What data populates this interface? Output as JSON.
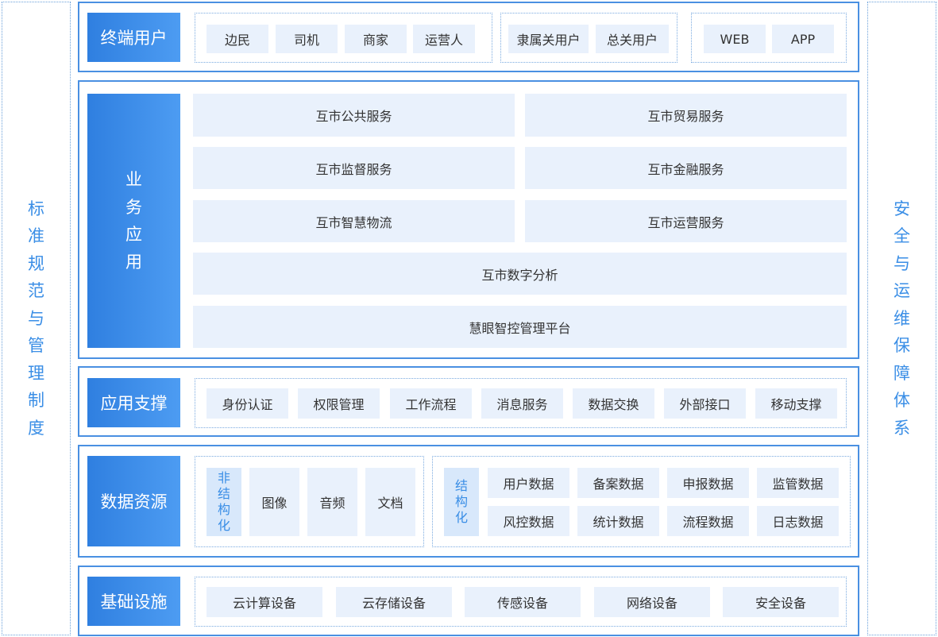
{
  "left_panel": "标准规范与管理制度",
  "right_panel": "安全与运维保障体系",
  "terminal": {
    "title": "终端用户",
    "group1": [
      "边民",
      "司机",
      "商家",
      "运营人"
    ],
    "group2": [
      "隶属关用户",
      "总关用户"
    ],
    "group3": [
      "WEB",
      "APP"
    ]
  },
  "business": {
    "title": "业务应用",
    "services": [
      "互市公共服务",
      "互市贸易服务",
      "互市监督服务",
      "互市金融服务",
      "互市智慧物流",
      "互市运营服务"
    ],
    "wide": [
      "互市数字分析",
      "慧眼智控管理平台"
    ]
  },
  "support": {
    "title": "应用支撑",
    "items": [
      "身份认证",
      "权限管理",
      "工作流程",
      "消息服务",
      "数据交换",
      "外部接口",
      "移动支撑"
    ]
  },
  "data": {
    "title": "数据资源",
    "unstructured_label": "非结构化",
    "unstructured": [
      "图像",
      "音频",
      "文档"
    ],
    "structured_label": "结构化",
    "structured": [
      "用户数据",
      "备案数据",
      "申报数据",
      "监管数据",
      "风控数据",
      "统计数据",
      "流程数据",
      "日志数据"
    ]
  },
  "infra": {
    "title": "基础设施",
    "items": [
      "云计算设备",
      "云存储设备",
      "传感设备",
      "网络设备",
      "安全设备"
    ]
  }
}
